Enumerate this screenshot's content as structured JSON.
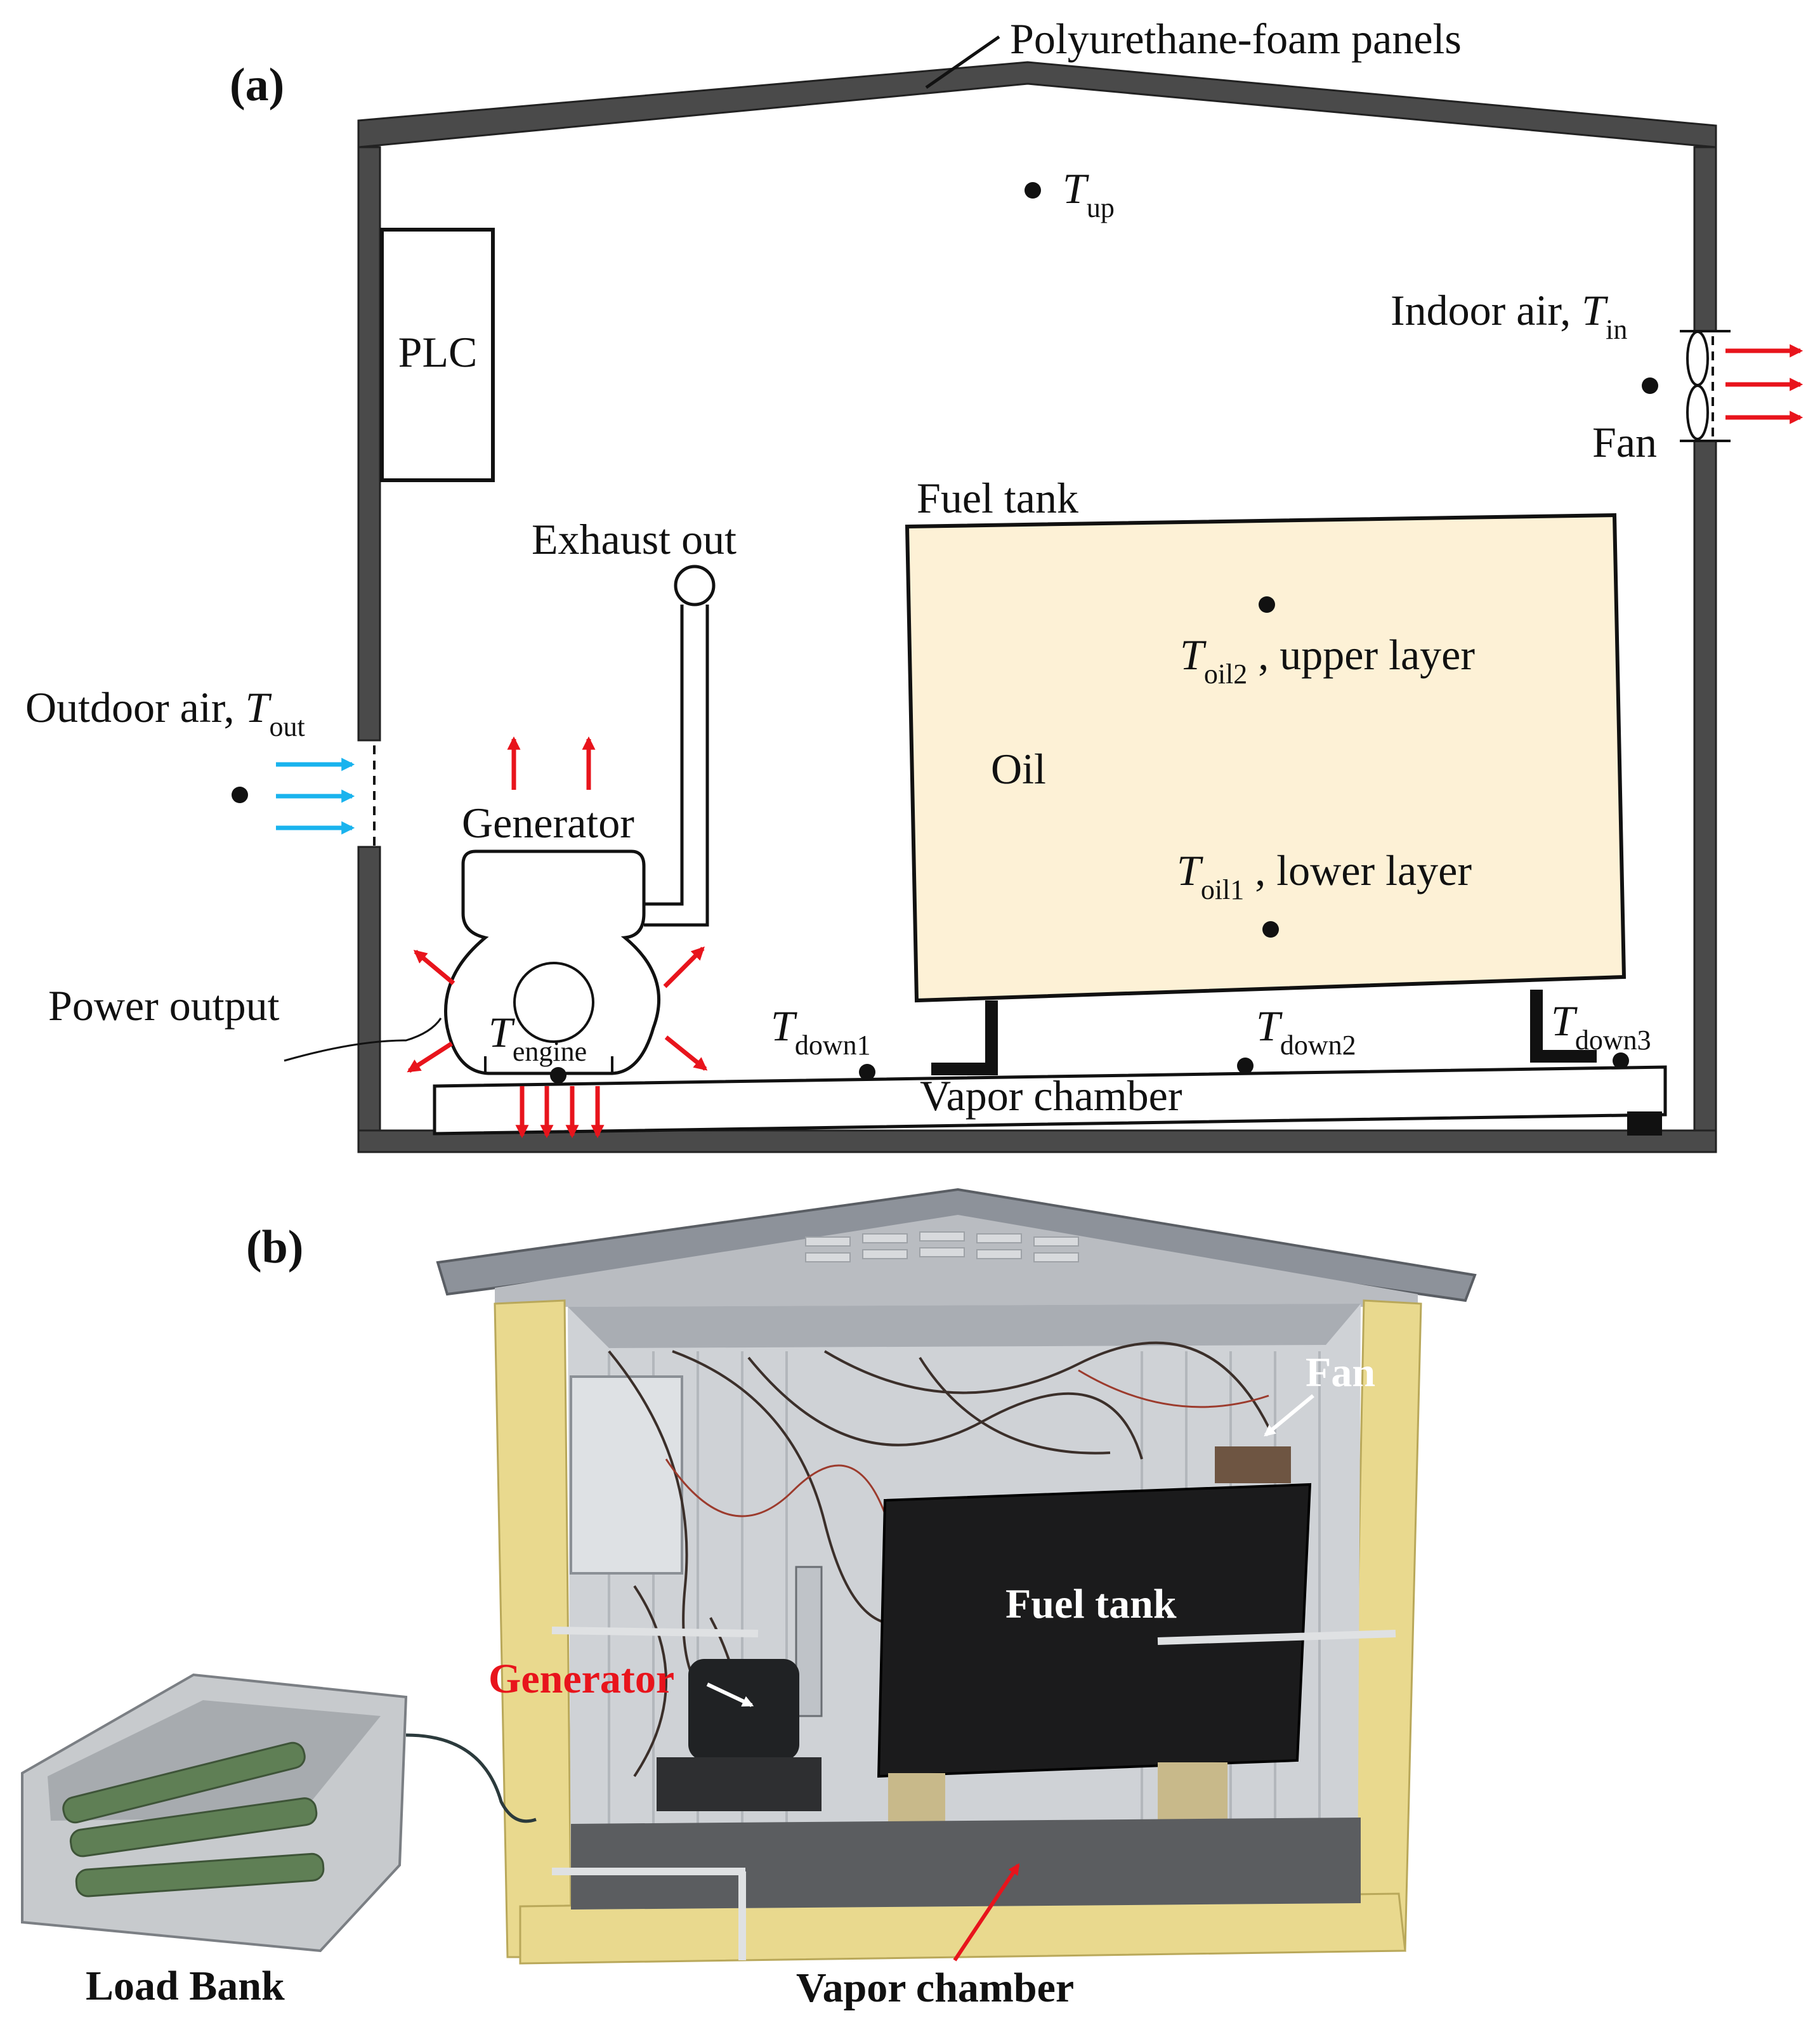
{
  "panel_a": {
    "tag": "(a)",
    "roof_label": "Polyurethane-foam panels",
    "t_up": {
      "sym": "T",
      "sub": "up"
    },
    "plc": "PLC",
    "indoor": {
      "prefix": "Indoor air, ",
      "sym": "T",
      "sub": "in"
    },
    "fan": "Fan",
    "fuel_tank": "Fuel tank",
    "exhaust": "Exhaust out",
    "oil2": {
      "sym": "T",
      "sub": "oil2",
      "suffix": " , upper layer"
    },
    "oil": "Oil",
    "oil1": {
      "sym": "T",
      "sub": "oil1",
      "suffix": " , lower layer"
    },
    "outdoor": {
      "prefix": "Outdoor air, ",
      "sym": "T",
      "sub": "out"
    },
    "generator": "Generator",
    "power_output": "Power output",
    "t_engine": {
      "sym": "T",
      "sub": "engine"
    },
    "t_down1": {
      "sym": "T",
      "sub": "down1"
    },
    "t_down2": {
      "sym": "T",
      "sub": "down2"
    },
    "t_down3": {
      "sym": "T",
      "sub": "down3"
    },
    "vapor_chamber": "Vapor chamber"
  },
  "panel_b": {
    "tag": "(b)",
    "fan": "Fan",
    "fuel_tank": "Fuel tank",
    "generator": "Generator",
    "load_bank": "Load Bank",
    "vapor_chamber": "Vapor chamber"
  },
  "colors": {
    "wall": "#4a4a4a",
    "tank_fill": "#fdf1d6",
    "heat_arrow": "#e8141c",
    "cold_arrow": "#19b3ee",
    "generator_label": "#e8141c",
    "foam": "#e9d98e"
  }
}
